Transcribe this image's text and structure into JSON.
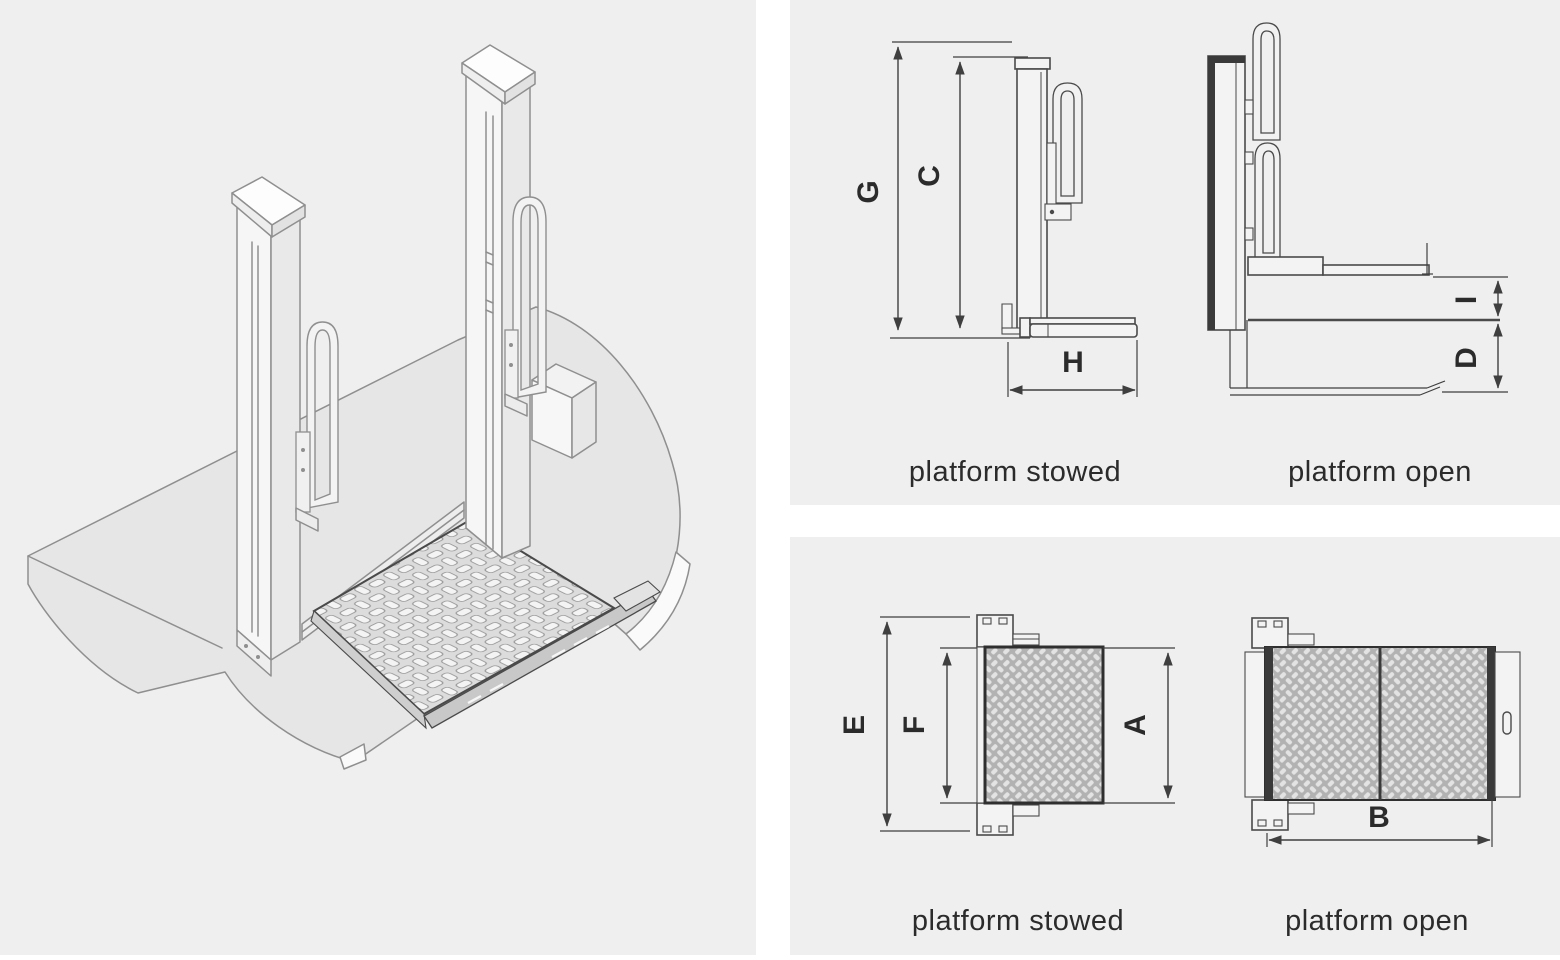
{
  "side_views": {
    "dims": {
      "g": "G",
      "c": "C",
      "h": "H",
      "i": "I",
      "d": "D"
    },
    "captions": {
      "stowed": "platform stowed",
      "open": "platform open"
    }
  },
  "top_views": {
    "dims": {
      "e": "E",
      "f": "F",
      "a": "A",
      "b": "B"
    },
    "captions": {
      "stowed": "platform stowed",
      "open": "platform open"
    }
  },
  "colors": {
    "page_bg": "#ffffff",
    "panel_bg": "#efefef",
    "drawing_line": "#8f8f8f",
    "dimension_line": "#3f3f3f",
    "text": "#2b2b2b",
    "surface_gray": "#e6e6e6",
    "hatch_bg": "#b2b2b2",
    "hatch_bar": "#e3e3e3"
  }
}
